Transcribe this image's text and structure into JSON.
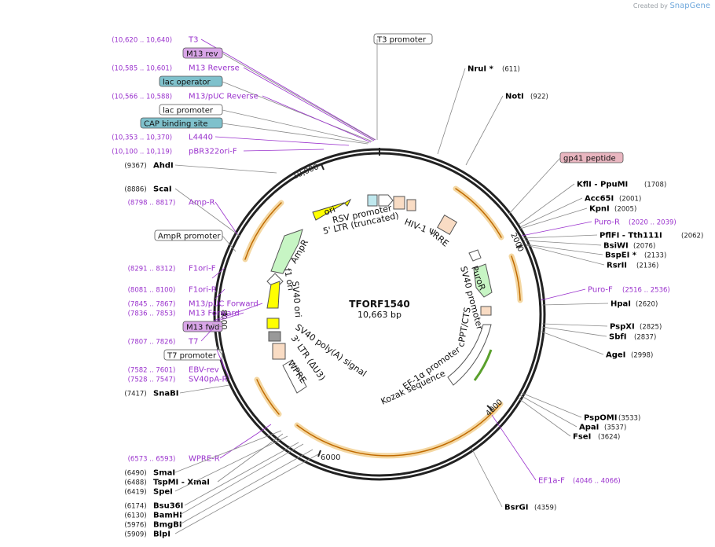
{
  "credit": {
    "prefix": "Created by",
    "brand": "SnapGene"
  },
  "plasmid": {
    "name": "TFORF1540",
    "size": "10,663 bp"
  },
  "ticks": [
    "2000",
    "4000",
    "6000",
    "8000",
    "10,000"
  ],
  "colors": {
    "primer": "#9a32cd",
    "enzyme": "#000000",
    "feature_box_blue": "#7fc1cc",
    "feature_box_purple": "#d9a6e8",
    "feature_box_pink": "#e9b6c0",
    "orf_orange": "#f0a21c",
    "ori_yellow": "#ffff00",
    "marker_green": "#c7f5c4",
    "leader": "#888888"
  },
  "left_labels": [
    {
      "coords": "(10,620 .. 10,640)",
      "text": "T3",
      "kind": "primer"
    },
    {
      "text": "M13 rev",
      "kind": "box_purple"
    },
    {
      "coords": "(10,585 .. 10,601)",
      "text": "M13 Reverse",
      "kind": "primer"
    },
    {
      "text": "lac operator",
      "kind": "box_blue"
    },
    {
      "coords": "(10,566 .. 10,588)",
      "text": "M13/pUC Reverse",
      "kind": "primer"
    },
    {
      "text": "lac promoter",
      "kind": "box_white"
    },
    {
      "text": "CAP binding site",
      "kind": "box_blue"
    },
    {
      "coords": "(10,353 .. 10,370)",
      "text": "L4440",
      "kind": "primer"
    },
    {
      "coords": "(10,100 .. 10,119)",
      "text": "pBR322ori-F",
      "kind": "primer"
    },
    {
      "coords": "(9367)",
      "text": "AhdI",
      "kind": "enzyme"
    },
    {
      "coords": "(8886)",
      "text": "ScaI",
      "kind": "enzyme"
    },
    {
      "coords": "(8798 .. 8817)",
      "text": "Amp-R",
      "kind": "primer"
    },
    {
      "text": "AmpR promoter",
      "kind": "box_white"
    },
    {
      "coords": "(8291 .. 8312)",
      "text": "F1ori-F",
      "kind": "primer"
    },
    {
      "coords": "(8081 .. 8100)",
      "text": "F1ori-R",
      "kind": "primer"
    },
    {
      "coords": "(7845 .. 7867)",
      "text": "M13/pUC Forward",
      "kind": "primer"
    },
    {
      "coords": "(7836 .. 7853)",
      "text": "M13 Forward",
      "kind": "primer"
    },
    {
      "text": "M13 fwd",
      "kind": "box_purple"
    },
    {
      "coords": "(7807 .. 7826)",
      "text": "T7",
      "kind": "primer"
    },
    {
      "text": "T7 promoter",
      "kind": "box_white"
    },
    {
      "coords": "(7582 .. 7601)",
      "text": "EBV-rev",
      "kind": "primer"
    },
    {
      "coords": "(7528 .. 7547)",
      "text": "SV40pA-R",
      "kind": "primer"
    },
    {
      "coords": "(7417)",
      "text": "SnaBI",
      "kind": "enzyme"
    },
    {
      "coords": "(6573 .. 6593)",
      "text": "WPRE-R",
      "kind": "primer"
    },
    {
      "coords": "(6490)",
      "text": "SmaI",
      "kind": "enzyme"
    },
    {
      "coords": "(6488)",
      "text": "TspMI  - XmaI",
      "kind": "enzyme"
    },
    {
      "coords": "(6419)",
      "text": "SpeI",
      "kind": "enzyme"
    },
    {
      "coords": "(6174)",
      "text": "Bsu36I",
      "kind": "enzyme"
    },
    {
      "coords": "(6130)",
      "text": "BamHI",
      "kind": "enzyme"
    },
    {
      "coords": "(5976)",
      "text": "BmgBI",
      "kind": "enzyme"
    },
    {
      "coords": "(5909)",
      "text": "BlpI",
      "kind": "enzyme"
    }
  ],
  "right_labels": [
    {
      "text": "T3 promoter",
      "kind": "box_white"
    },
    {
      "text": "NruI *",
      "coords": "(611)",
      "kind": "enzyme"
    },
    {
      "text": "NotI",
      "coords": "(922)",
      "kind": "enzyme"
    },
    {
      "text": "gp41 peptide",
      "kind": "box_pink"
    },
    {
      "text": "KflI  - PpuMI",
      "coords": "(1708)",
      "kind": "enzyme"
    },
    {
      "text": "Acc65I",
      "coords": "(2001)",
      "kind": "enzyme"
    },
    {
      "text": "KpnI",
      "coords": "(2005)",
      "kind": "enzyme"
    },
    {
      "text": "Puro-R",
      "coords": "(2020 .. 2039)",
      "kind": "primer"
    },
    {
      "text": "PflFI  - Tth111I",
      "coords": "(2062)",
      "kind": "enzyme"
    },
    {
      "text": "BsiWI",
      "coords": "(2076)",
      "kind": "enzyme"
    },
    {
      "text": "BspEI *",
      "coords": "(2133)",
      "kind": "enzyme"
    },
    {
      "text": "RsrII",
      "coords": "(2136)",
      "kind": "enzyme"
    },
    {
      "text": "Puro-F",
      "coords": "(2516 .. 2536)",
      "kind": "primer"
    },
    {
      "text": "HpaI",
      "coords": "(2620)",
      "kind": "enzyme"
    },
    {
      "text": "PspXI",
      "coords": "(2825)",
      "kind": "enzyme"
    },
    {
      "text": "SbfI",
      "coords": "(2837)",
      "kind": "enzyme"
    },
    {
      "text": "AgeI",
      "coords": "(2998)",
      "kind": "enzyme"
    },
    {
      "text": "PspOMI",
      "coords": "(3533)",
      "kind": "enzyme"
    },
    {
      "text": "ApaI",
      "coords": "(3537)",
      "kind": "enzyme"
    },
    {
      "text": "FseI",
      "coords": "(3624)",
      "kind": "enzyme"
    },
    {
      "text": "EF1a-F",
      "coords": "(4046 .. 4066)",
      "kind": "primer"
    },
    {
      "text": "BsrGI",
      "coords": "(4359)",
      "kind": "enzyme"
    }
  ],
  "inner_features": [
    {
      "text": "ori"
    },
    {
      "text": "RSV promoter"
    },
    {
      "text": "5' LTR (truncated)"
    },
    {
      "text": "HIV-1 Ψ"
    },
    {
      "text": "RRE"
    },
    {
      "text": "AmpR"
    },
    {
      "text": "f1 ori"
    },
    {
      "text": "SV40 ori"
    },
    {
      "text": "PuroR"
    },
    {
      "text": "SV40 promoter"
    },
    {
      "text": "cPPT/CTS"
    },
    {
      "text": "EF-1α promoter"
    },
    {
      "text": "Kozak sequence"
    },
    {
      "text": "SV40 poly(A) signal"
    },
    {
      "text": "3' LTR (ΔU3)"
    },
    {
      "text": "WPRE"
    }
  ]
}
